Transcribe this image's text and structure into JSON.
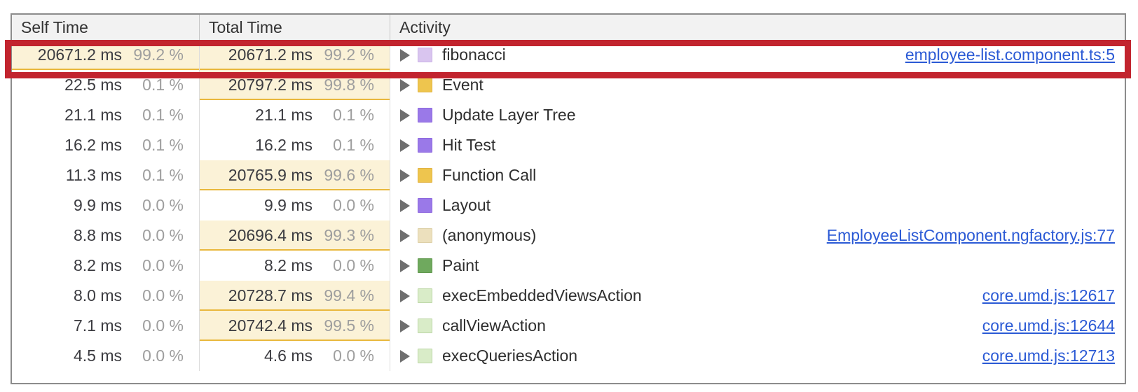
{
  "header": {
    "self": "Self Time",
    "total": "Total Time",
    "activity": "Activity"
  },
  "colors": {
    "hot_bg": "#fbf2d7",
    "hot_line": "#e9b83d",
    "header_bg": "#f2f2f2",
    "link": "#2b5ad5",
    "annotation_red": "#c2242e"
  },
  "annotation": {
    "note": "red highlight box around fibonacci row",
    "color": "#c2242e"
  },
  "rows": [
    {
      "self_time": "20671.2 ms",
      "self_pct": "99.2 %",
      "self_hot": true,
      "total_time": "20671.2 ms",
      "total_pct": "99.2 %",
      "total_hot": true,
      "activity": "fibonacci",
      "icon": "js-frame-swatch-icon",
      "swatch_color": "#d9c5ef",
      "swatch_border": "#cbb2e6",
      "speckled": true,
      "link": "employee-list.component.ts:5",
      "highlighted": true
    },
    {
      "self_time": "22.5 ms",
      "self_pct": "0.1 %",
      "self_hot": false,
      "total_time": "20797.2 ms",
      "total_pct": "99.8 %",
      "total_hot": true,
      "activity": "Event",
      "icon": "scripting-swatch-icon",
      "swatch_color": "#eec54e",
      "swatch_border": "#e2b343",
      "speckled": true,
      "link": "",
      "highlighted": false
    },
    {
      "self_time": "21.1 ms",
      "self_pct": "0.1 %",
      "self_hot": false,
      "total_time": "21.1 ms",
      "total_pct": "0.1 %",
      "total_hot": false,
      "activity": "Update Layer Tree",
      "icon": "rendering-swatch-icon",
      "swatch_color": "#9a79e8",
      "swatch_border": "#8d67de",
      "speckled": false,
      "link": "",
      "highlighted": false
    },
    {
      "self_time": "16.2 ms",
      "self_pct": "0.1 %",
      "self_hot": false,
      "total_time": "16.2 ms",
      "total_pct": "0.1 %",
      "total_hot": false,
      "activity": "Hit Test",
      "icon": "rendering-swatch-icon",
      "swatch_color": "#9a79e8",
      "swatch_border": "#8d67de",
      "speckled": false,
      "link": "",
      "highlighted": false
    },
    {
      "self_time": "11.3 ms",
      "self_pct": "0.1 %",
      "self_hot": false,
      "total_time": "20765.9 ms",
      "total_pct": "99.6 %",
      "total_hot": true,
      "activity": "Function Call",
      "icon": "scripting-swatch-icon",
      "swatch_color": "#eec54e",
      "swatch_border": "#e2b343",
      "speckled": true,
      "link": "",
      "highlighted": false
    },
    {
      "self_time": "9.9 ms",
      "self_pct": "0.0 %",
      "self_hot": false,
      "total_time": "9.9 ms",
      "total_pct": "0.0 %",
      "total_hot": false,
      "activity": "Layout",
      "icon": "rendering-swatch-icon",
      "swatch_color": "#9a79e8",
      "swatch_border": "#8d67de",
      "speckled": false,
      "link": "",
      "highlighted": false
    },
    {
      "self_time": "8.8 ms",
      "self_pct": "0.0 %",
      "self_hot": false,
      "total_time": "20696.4 ms",
      "total_pct": "99.3 %",
      "total_hot": true,
      "activity": "(anonymous)",
      "icon": "js-frame-swatch-icon",
      "swatch_color": "#ece0bd",
      "swatch_border": "#ddd0a8",
      "speckled": true,
      "link": "EmployeeListComponent.ngfactory.js:77",
      "highlighted": false
    },
    {
      "self_time": "8.2 ms",
      "self_pct": "0.0 %",
      "self_hot": false,
      "total_time": "8.2 ms",
      "total_pct": "0.0 %",
      "total_hot": false,
      "activity": "Paint",
      "icon": "painting-swatch-icon",
      "swatch_color": "#6fa95e",
      "swatch_border": "#62994f",
      "speckled": false,
      "link": "",
      "highlighted": false
    },
    {
      "self_time": "8.0 ms",
      "self_pct": "0.0 %",
      "self_hot": false,
      "total_time": "20728.7 ms",
      "total_pct": "99.4 %",
      "total_hot": true,
      "activity": "execEmbeddedViewsAction",
      "icon": "js-frame-swatch-icon",
      "swatch_color": "#d9ecc8",
      "swatch_border": "#bcd6a6",
      "speckled": true,
      "link": "core.umd.js:12617",
      "highlighted": false
    },
    {
      "self_time": "7.1 ms",
      "self_pct": "0.0 %",
      "self_hot": false,
      "total_time": "20742.4 ms",
      "total_pct": "99.5 %",
      "total_hot": true,
      "activity": "callViewAction",
      "icon": "js-frame-swatch-icon",
      "swatch_color": "#d9ecc8",
      "swatch_border": "#bcd6a6",
      "speckled": true,
      "link": "core.umd.js:12644",
      "highlighted": false
    },
    {
      "self_time": "4.5 ms",
      "self_pct": "0.0 %",
      "self_hot": false,
      "total_time": "4.6 ms",
      "total_pct": "0.0 %",
      "total_hot": false,
      "activity": "execQueriesAction",
      "icon": "js-frame-swatch-icon",
      "swatch_color": "#d9ecc8",
      "swatch_border": "#bcd6a6",
      "speckled": true,
      "link": "core.umd.js:12713",
      "highlighted": false
    }
  ]
}
